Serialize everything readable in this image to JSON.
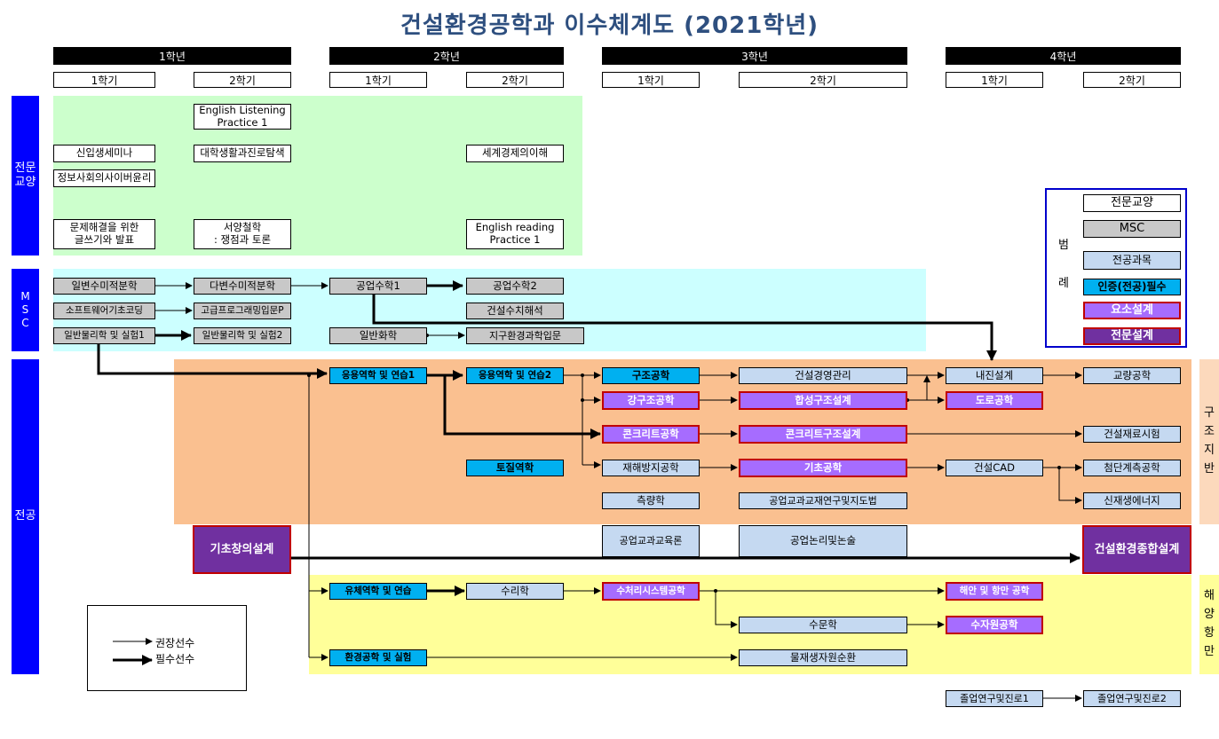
{
  "title": "건설환경공학과 이수체계도 (2021학년)",
  "years": [
    "1학년",
    "2학년",
    "3학년",
    "4학년"
  ],
  "semesters": [
    "1학기",
    "2학기",
    "1학기",
    "2학기",
    "1학기",
    "2학기",
    "1학기",
    "2학기"
  ],
  "bands": {
    "general": "전문\n교양",
    "msc": "M\nS\nC",
    "major": "전공"
  },
  "side_labels": {
    "structure": "구\n조\n지\n반",
    "ocean": "해\n양\n항\n만"
  },
  "legend": {
    "vertical": "범\n\n\n례",
    "items": [
      "전문교양",
      "MSC",
      "전공과목",
      "인증(전공)필수",
      "요소설계",
      "전문설계"
    ]
  },
  "key": {
    "recommended": "권장선수",
    "required": "필수선수"
  },
  "courses": {
    "eng_listening": "English Listening\nPractice 1",
    "freshman_seminar": "신입생세미나",
    "college_life": "대학생활과진로탐색",
    "world_economy": "세계경제의이해",
    "info_ethics": "정보사회의사이버윤리",
    "writing": "문제해결을 위한\n글쓰기와 발표",
    "west_phil": "서양철학\n: 쟁점과 토론",
    "eng_reading": "English reading\nPractice 1",
    "calc1": "일변수미적분학",
    "calc2": "다변수미적분학",
    "eng_math1": "공업수학1",
    "eng_math2": "공업수학2",
    "software": "소프트웨어기초코딩",
    "adv_prog": "고급프로그래밍입문P",
    "numerical": "건설수치해석",
    "physics1": "일반물리학 및 실험1",
    "physics2": "일반물리학 및 실험2",
    "chemistry": "일반화학",
    "earth_env": "지구환경과학입문",
    "mech1": "응용역학 및 연습1",
    "mech2": "응용역학 및 연습2",
    "struct_eng": "구조공학",
    "steel": "강구조공학",
    "concrete": "콘크리트공학",
    "disaster": "재해방지공학",
    "survey": "측량학",
    "const_mgmt": "건설경영관리",
    "composite": "합성구조설계",
    "concrete_design": "콘크리트구조설계",
    "foundation": "기초공학",
    "textbook": "공업교과교재연구및지도법",
    "seismic": "내진설계",
    "road": "도로공학",
    "cad": "건설CAD",
    "bridge": "교량공학",
    "material_test": "건설재료시험",
    "measurement": "첨단계측공학",
    "new_energy": "신재생에너지",
    "soil": "토질역학",
    "edu_theory": "공업교과교육론",
    "logic": "공업논리및논술",
    "basic_design": "기초창의설계",
    "capstone": "건설환경종합설계",
    "fluid": "유체역학 및 연습",
    "hydraulics": "수리학",
    "water_treat": "수처리시스템공학",
    "coastal": "해안 및 항만 공학",
    "hydrology": "수문학",
    "water_res": "수자원공학",
    "env_eng": "환경공학 및 실험",
    "material_cycle": "물재생자원순환",
    "grad_research1": "졸업연구및진로1",
    "grad_research2": "졸업연구및진로2"
  },
  "colors": {
    "general_bg": "#ccffcc",
    "msc_bg": "#ccffff",
    "major_bg": "#fac090",
    "ocean_bg": "#ffff99",
    "band": "#0000ff",
    "title": "#2e4f7f"
  }
}
